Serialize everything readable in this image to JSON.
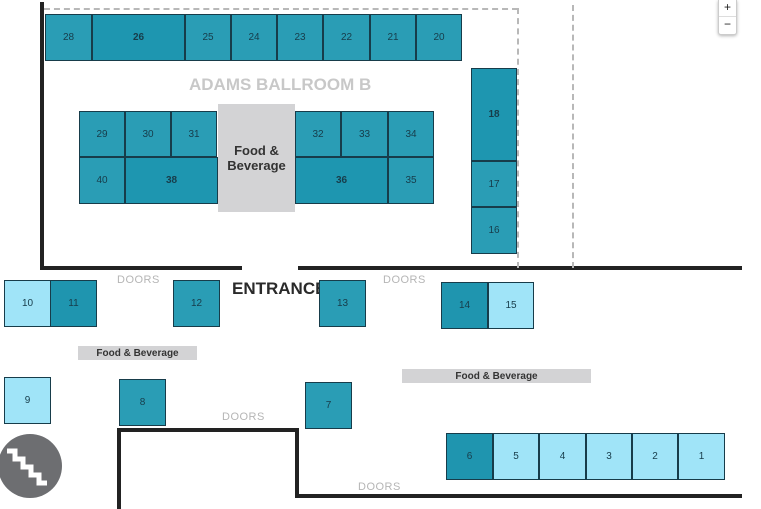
{
  "room_title": "ADAMS BALLROOM B",
  "entrance_label": "ENTRANCE",
  "doors_label": "DOORS",
  "food_beverage_stack": "Food & Beverage",
  "food_beverage_bar": "Food & Beverage",
  "zoom": {
    "in": "+",
    "out": "−"
  },
  "colors": {
    "booth": "#2a9db5",
    "booth_dark": "#1f95af",
    "booth_available": "#a0e4f8",
    "wall": "#222222"
  },
  "booths": {
    "b1": "1",
    "b2": "2",
    "b3": "3",
    "b4": "4",
    "b5": "5",
    "b6": "6",
    "b7": "7",
    "b8": "8",
    "b9": "9",
    "b10": "10",
    "b11": "11",
    "b12": "12",
    "b13": "13",
    "b14": "14",
    "b15": "15",
    "b16": "16",
    "b17": "17",
    "b18": "18",
    "b20": "20",
    "b21": "21",
    "b22": "22",
    "b23": "23",
    "b24": "24",
    "b25": "25",
    "b26": "26",
    "b28": "28",
    "b29": "29",
    "b30": "30",
    "b31": "31",
    "b32": "32",
    "b33": "33",
    "b34": "34",
    "b35": "35",
    "b36": "36",
    "b38": "38",
    "b40": "40"
  }
}
